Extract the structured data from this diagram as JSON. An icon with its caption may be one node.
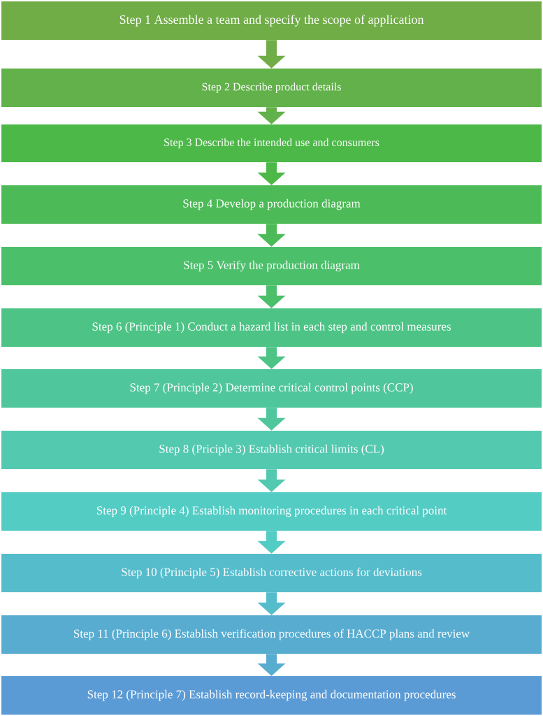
{
  "diagram": {
    "nodes": [
      {
        "text": [
          "Step 1 Assemble a team and specify the scope of application"
        ]
      },
      {
        "text": [
          "Step 2 Describe product details"
        ]
      },
      {
        "text": [
          "Step 3 Describe the intended use and consumers"
        ]
      },
      {
        "text": [
          "Step 4 Develop a production diagram"
        ]
      },
      {
        "text": [
          "Step 5 Verify the production diagram"
        ]
      },
      {
        "text": [
          "Step 6 (Principle 1) Conduct a hazard list in each step and control measures"
        ]
      },
      {
        "text": [
          "Step 7 (Principle 2) Determine critical control points (CCP)"
        ]
      },
      {
        "text": [
          "Step 8 (Priciple 3) Establish critical limits (CL)"
        ]
      },
      {
        "text": [
          "Step 9 (Principle 4) Establish monitoring procedures in each critical point"
        ]
      },
      {
        "text": [
          "Step 10 (Principle 5) Establish corrective actions for deviations"
        ]
      },
      {
        "text": [
          "Step 11 (Principle 6) Establish verification procedures of HACCP plans and review"
        ]
      },
      {
        "text": [
          "Step 12 (Principle 7) Establish record-keeping and documentation procedures"
        ]
      }
    ],
    "edges": [
      {
        "from": 0,
        "to": 1,
        "arrow": "to"
      },
      {
        "from": 1,
        "to": 2,
        "arrow": "to"
      },
      {
        "from": 2,
        "to": 3,
        "arrow": "to"
      },
      {
        "from": 3,
        "to": 4,
        "arrow": "to"
      },
      {
        "from": 4,
        "to": 5,
        "arrow": "to"
      },
      {
        "from": 5,
        "to": 6,
        "arrow": "to"
      },
      {
        "from": 6,
        "to": 7,
        "arrow": "to"
      },
      {
        "from": 7,
        "to": 8,
        "arrow": "to"
      },
      {
        "from": 8,
        "to": 9,
        "arrow": "to"
      },
      {
        "from": 9,
        "to": 10,
        "arrow": "to"
      },
      {
        "from": 10,
        "to": 11,
        "arrow": "to"
      }
    ]
  }
}
